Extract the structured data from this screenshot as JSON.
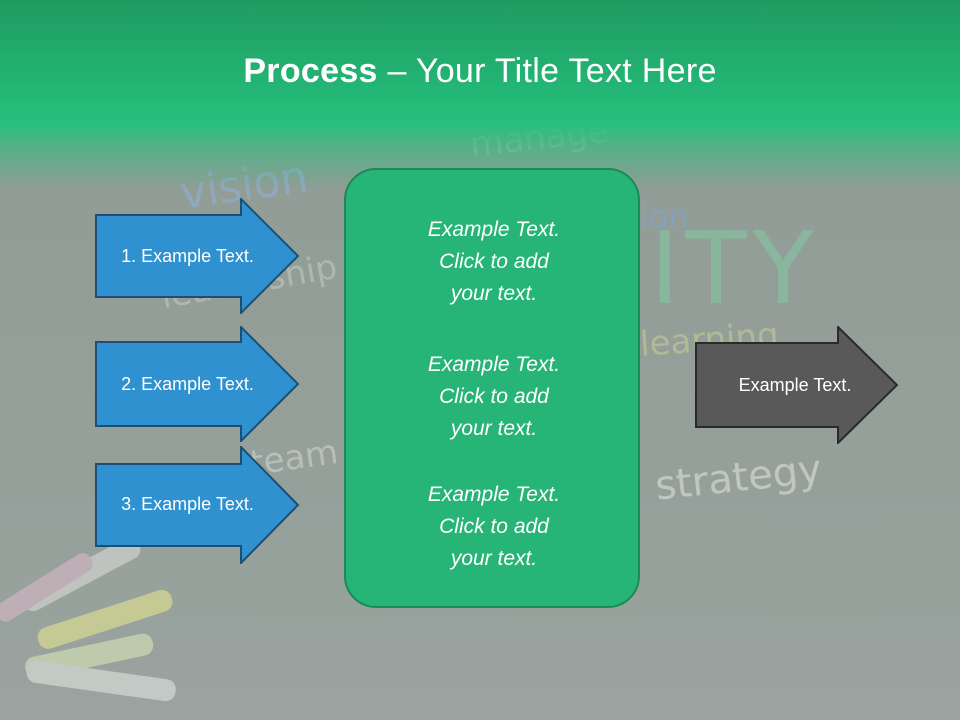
{
  "slide": {
    "title_bold": "Process",
    "title_rest": " – Your Title Text Here"
  },
  "left_arrows": [
    {
      "label": "1. Example Text."
    },
    {
      "label": "2. Example Text."
    },
    {
      "label": "3. Example Text."
    }
  ],
  "center_box": {
    "items": [
      {
        "line1": "Example Text.",
        "line2": "Click  to add",
        "line3": "your text."
      },
      {
        "line1": "Example Text.",
        "line2": "Click  to add",
        "line3": "your text."
      },
      {
        "line1": "Example Text.",
        "line2": "Click  to add",
        "line3": "your text."
      }
    ]
  },
  "right_arrow": {
    "label": "Example Text."
  },
  "background_words": {
    "w1": "vision",
    "w2": "manage",
    "w3": "ITY",
    "w4": "strategy",
    "w5": "learning",
    "w6": "leadership",
    "w7": "team",
    "w8": "ion"
  },
  "colors": {
    "header_green": "#23b574",
    "arrow_blue": "#2e8fce",
    "center_green": "#26b577",
    "right_arrow_gray": "#595959"
  }
}
